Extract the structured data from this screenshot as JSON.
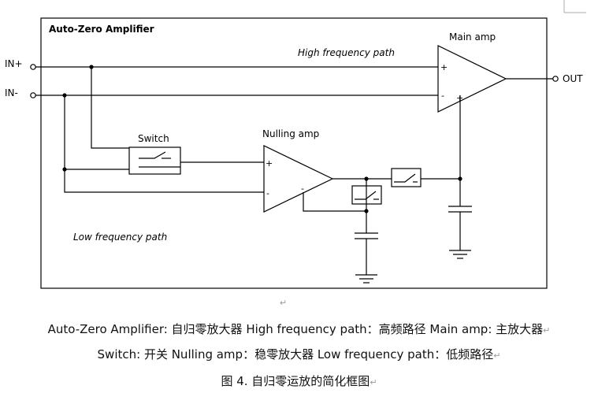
{
  "diagram": {
    "title": "Auto-Zero Amplifier",
    "input_pos": "IN+",
    "input_neg": "IN-",
    "output": "OUT",
    "main_amp": "Main amp",
    "nulling_amp": "Nulling amp",
    "switch": "Switch",
    "high_freq_path": "High frequency path",
    "low_freq_path": "Low frequency path",
    "plus_sign": "+",
    "minus_sign": "-"
  },
  "captions": {
    "return_mark": "↵",
    "line1": "Auto-Zero Amplifier: 自归零放大器 High frequency path：高频路径 Main amp: 主放大器",
    "line2": "Switch: 开关 Nulling amp：稳零放大器 Low frequency path：低频路径",
    "line3": "图 4. 自归零运放的简化框图"
  }
}
